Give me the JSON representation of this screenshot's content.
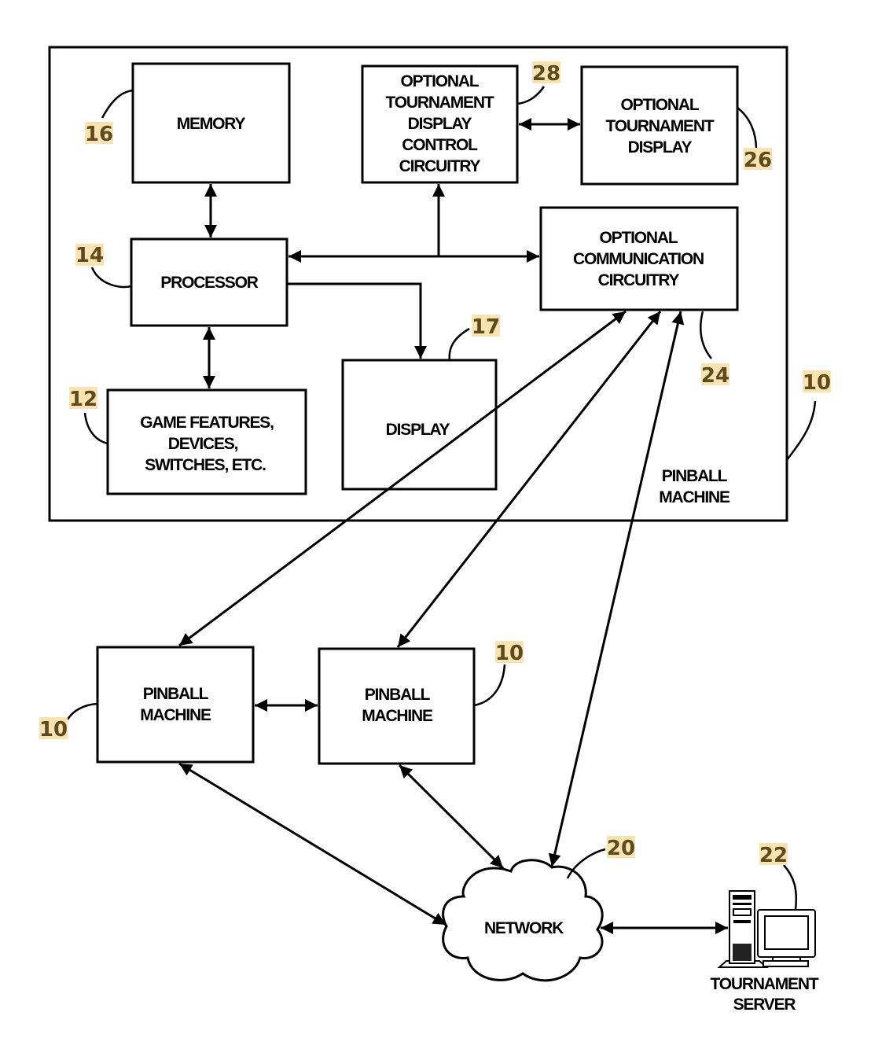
{
  "figure": {
    "outer_machine": {
      "label_lines": [
        "PINBALL",
        "MACHINE"
      ],
      "ref": "10"
    },
    "blocks": {
      "memory": {
        "lines": [
          "MEMORY"
        ],
        "ref": "16"
      },
      "processor": {
        "lines": [
          "PROCESSOR"
        ],
        "ref": "14"
      },
      "game_features": {
        "lines": [
          "GAME FEATURES,",
          "DEVICES,",
          "SWITCHES, ETC."
        ],
        "ref": "12"
      },
      "display": {
        "lines": [
          "DISPLAY"
        ],
        "ref": "17"
      },
      "tourn_ctrl": {
        "lines": [
          "OPTIONAL",
          "TOURNAMENT",
          "DISPLAY",
          "CONTROL",
          "CIRCUITRY"
        ],
        "ref": "28"
      },
      "tourn_display": {
        "lines": [
          "OPTIONAL",
          "TOURNAMENT",
          "DISPLAY"
        ],
        "ref": "26"
      },
      "comm": {
        "lines": [
          "OPTIONAL",
          "COMMUNICATION",
          "CIRCUITRY"
        ],
        "ref": "24"
      },
      "pinball_left": {
        "lines": [
          "PINBALL",
          "MACHINE"
        ],
        "ref": "10"
      },
      "pinball_mid": {
        "lines": [
          "PINBALL",
          "MACHINE"
        ],
        "ref": "10"
      }
    },
    "network": {
      "label": "NETWORK",
      "ref": "20"
    },
    "server": {
      "label_lines": [
        "TOURNAMENT",
        "SERVER"
      ],
      "ref": "22"
    },
    "colors": {
      "ref_highlight": "#f9e3b4",
      "ref_text": "#5e4a1c",
      "line": "#000000"
    }
  }
}
